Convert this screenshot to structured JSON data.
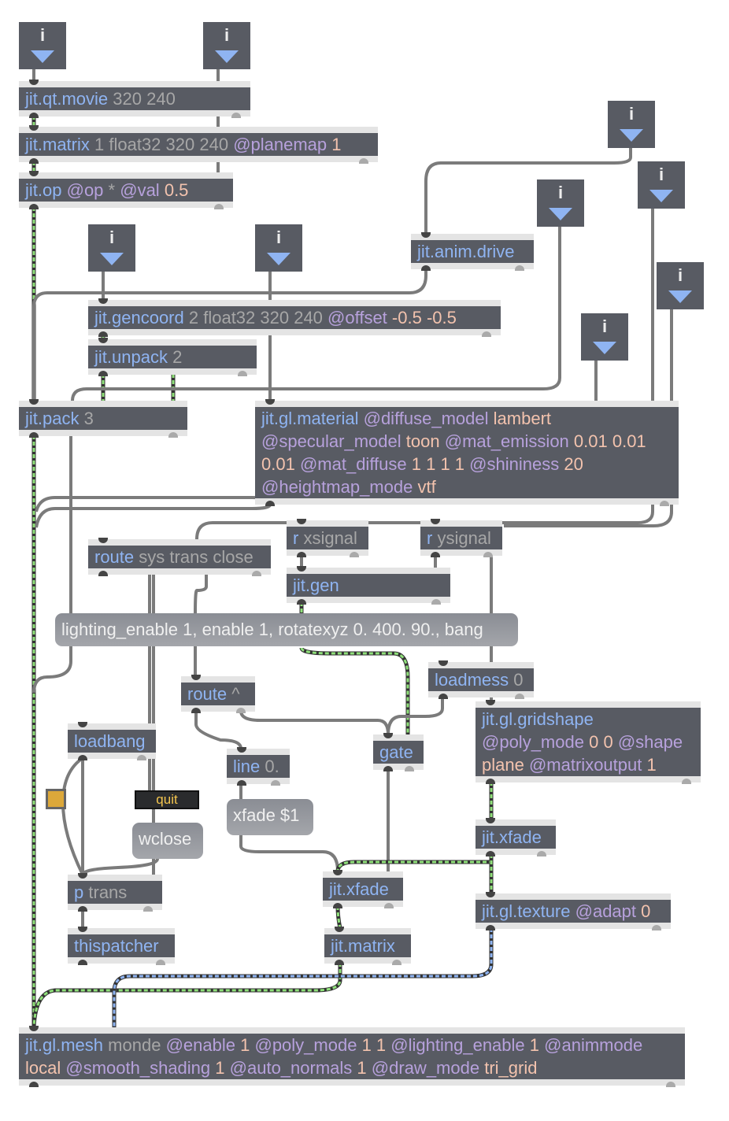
{
  "colors": {
    "object_bg": "#585b63",
    "class_name": "#8fb4f2",
    "argument": "#a7a7a7",
    "attribute": "#b7a1dc",
    "value": "#f3c3ae",
    "matrix_cord": "#8fe07a",
    "texture_cord": "#8fb4f2",
    "toggle": "#dca83a"
  },
  "number_boxes": {
    "label": "i",
    "icon": "triangle-down-icon"
  },
  "objects": {
    "qtmovie": {
      "lines": [
        [
          [
            "jit.qt.movie",
            "c"
          ],
          [
            "320 240",
            "a"
          ]
        ]
      ]
    },
    "matrix1": {
      "lines": [
        [
          [
            "jit.matrix",
            "c"
          ],
          [
            "1 float32 320 240",
            "a"
          ],
          [
            "@planemap",
            "t"
          ],
          [
            "1",
            "v"
          ]
        ]
      ]
    },
    "op": {
      "lines": [
        [
          [
            "jit.op",
            "c"
          ],
          [
            "@op",
            "t"
          ],
          [
            "*",
            "a"
          ],
          [
            "@val",
            "t"
          ],
          [
            "0.5",
            "v"
          ]
        ]
      ]
    },
    "animdrive": {
      "lines": [
        [
          [
            "jit.anim.drive",
            "c"
          ]
        ]
      ]
    },
    "gencoord": {
      "lines": [
        [
          [
            "jit.gencoord",
            "c"
          ],
          [
            "2 float32 320 240",
            "a"
          ],
          [
            "@offset",
            "t"
          ],
          [
            "-0.5 -0.5",
            "v"
          ]
        ]
      ]
    },
    "unpack": {
      "lines": [
        [
          [
            "jit.unpack",
            "c"
          ],
          [
            "2",
            "a"
          ]
        ]
      ]
    },
    "pack": {
      "lines": [
        [
          [
            "jit.pack",
            "c"
          ],
          [
            "3",
            "a"
          ]
        ]
      ]
    },
    "material": {
      "lines": [
        [
          [
            "jit.gl.material",
            "c"
          ],
          [
            "@diffuse_model",
            "t"
          ],
          [
            "lambert",
            "v"
          ]
        ],
        [
          [
            "@specular_model",
            "t"
          ],
          [
            "toon",
            "v"
          ],
          [
            "@mat_emission",
            "t"
          ],
          [
            "0.01 0.01",
            "v"
          ]
        ],
        [
          [
            "0.01",
            "v"
          ],
          [
            "@mat_diffuse",
            "t"
          ],
          [
            "1 1 1 1",
            "v"
          ],
          [
            "@shininess",
            "t"
          ],
          [
            "20",
            "v"
          ]
        ],
        [
          [
            "@heightmap_mode",
            "t"
          ],
          [
            "vtf",
            "v"
          ]
        ]
      ]
    },
    "route1": {
      "lines": [
        [
          [
            "route",
            "c"
          ],
          [
            "sys trans close",
            "a"
          ]
        ]
      ]
    },
    "rx": {
      "lines": [
        [
          [
            "r",
            "c"
          ],
          [
            "xsignal",
            "a"
          ]
        ]
      ]
    },
    "ry": {
      "lines": [
        [
          [
            "r",
            "c"
          ],
          [
            "ysignal",
            "a"
          ]
        ]
      ]
    },
    "gen": {
      "lines": [
        [
          [
            "jit.gen",
            "c"
          ]
        ]
      ]
    },
    "route2": {
      "lines": [
        [
          [
            "route",
            "c"
          ],
          [
            "^",
            "a"
          ]
        ]
      ]
    },
    "loadmess": {
      "lines": [
        [
          [
            "loadmess",
            "c"
          ],
          [
            "0",
            "a"
          ]
        ]
      ]
    },
    "gridshape": {
      "lines": [
        [
          [
            "jit.gl.gridshape",
            "c"
          ]
        ],
        [
          [
            "@poly_mode",
            "t"
          ],
          [
            "0 0",
            "v"
          ],
          [
            "@shape",
            "t"
          ]
        ],
        [
          [
            "plane",
            "v"
          ],
          [
            "@matrixoutput",
            "t"
          ],
          [
            "1",
            "v"
          ]
        ]
      ]
    },
    "loadbang": {
      "lines": [
        [
          [
            "loadbang",
            "c"
          ]
        ]
      ]
    },
    "gate": {
      "lines": [
        [
          [
            "gate",
            "c"
          ]
        ]
      ]
    },
    "line": {
      "lines": [
        [
          [
            "line",
            "c"
          ],
          [
            "0.",
            "a"
          ]
        ]
      ]
    },
    "xfade1": {
      "lines": [
        [
          [
            "jit.xfade",
            "c"
          ]
        ]
      ]
    },
    "xfade2": {
      "lines": [
        [
          [
            "jit.xfade",
            "c"
          ]
        ]
      ]
    },
    "ptrans": {
      "lines": [
        [
          [
            "p",
            "c"
          ],
          [
            "trans",
            "a"
          ]
        ]
      ]
    },
    "texture": {
      "lines": [
        [
          [
            "jit.gl.texture",
            "c"
          ],
          [
            "@adapt",
            "t"
          ],
          [
            "0",
            "v"
          ]
        ]
      ]
    },
    "matrix2": {
      "lines": [
        [
          [
            "jit.matrix",
            "c"
          ]
        ]
      ]
    },
    "thispatcher": {
      "lines": [
        [
          [
            "thispatcher",
            "c"
          ]
        ]
      ]
    },
    "mesh": {
      "lines": [
        [
          [
            "jit.gl.mesh",
            "c"
          ],
          [
            "monde",
            "a"
          ],
          [
            "@enable",
            "t"
          ],
          [
            "1",
            "v"
          ],
          [
            "@poly_mode",
            "t"
          ],
          [
            "1 1",
            "v"
          ],
          [
            "@lighting_enable",
            "t"
          ],
          [
            "1",
            "v"
          ],
          [
            "@animmode",
            "t"
          ]
        ],
        [
          [
            "local",
            "v"
          ],
          [
            "@smooth_shading",
            "t"
          ],
          [
            "1",
            "v"
          ],
          [
            "@auto_normals",
            "t"
          ],
          [
            "1",
            "v"
          ],
          [
            "@draw_mode",
            "t"
          ],
          [
            "tri_grid",
            "v"
          ]
        ]
      ]
    }
  },
  "messages": {
    "lighting": "lighting_enable 1, enable 1, rotatexyz 0. 400. 90., bang",
    "wclose": "wclose",
    "xfade": "xfade $1",
    "quit": "quit"
  }
}
